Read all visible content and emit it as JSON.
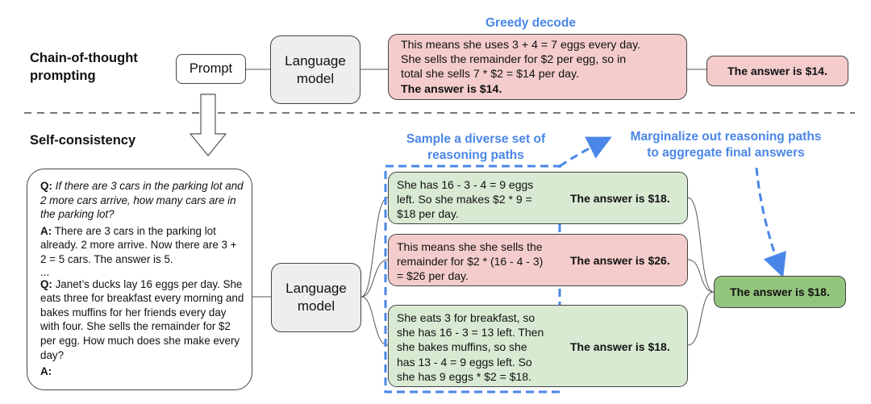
{
  "top": {
    "section_label": "Chain-of-thought\nprompting",
    "prompt_label": "Prompt",
    "model_label": "Language\nmodel",
    "greedy_title": "Greedy decode",
    "greedy_text": "This means she uses 3 + 4 = 7 eggs every day.\nShe sells the remainder for $2 per egg, so in\ntotal she sells 7 * $2 = $14 per day.",
    "greedy_answer_line": "The answer is $14.",
    "final_answer": "The answer is $14."
  },
  "bottom": {
    "section_label": "Self-consistency",
    "model_label": "Language\nmodel",
    "sample_title": "Sample a diverse set of\nreasoning paths",
    "marginalize_title": "Marginalize out reasoning paths\nto aggregate final answers",
    "prompt": {
      "q1_prefix": "Q:",
      "q1_text": "If there are 3 cars in the parking lot and 2 more cars arrive, how many cars are in the parking lot?",
      "a1_prefix": "A:",
      "a1_text": "There are 3 cars in the parking lot already. 2 more arrive. Now there are 3 + 2 = 5 cars. The answer is 5.",
      "ellipsis": "...",
      "q2_prefix": "Q:",
      "q2_text": "Janet’s ducks lay 16 eggs per day. She eats three for breakfast every morning and bakes muffins for her friends every day with four. She sells the remainder for $2 per egg. How much does she make every day?",
      "a2_prefix": "A:"
    },
    "paths": [
      {
        "text": "She has 16 - 3 - 4 = 9 eggs\nleft. So she makes $2 * 9 =\n$18 per day.",
        "answer": "The answer is $18.",
        "color": "#d9ead3"
      },
      {
        "text": "This means she she sells the\nremainder for $2 * (16 - 4 - 3)\n= $26 per day.",
        "answer": "The answer is $26.",
        "color": "#f4cccc"
      },
      {
        "text": "She eats 3 for breakfast, so\nshe has 16 - 3 = 13 left. Then\nshe bakes muffins, so she\nhas 13 - 4 = 9 eggs left. So\nshe has 9 eggs * $2 = $18.",
        "answer": "The answer is $18.",
        "color": "#d9ead3"
      }
    ],
    "final_answer": "The answer is $18.",
    "final_color": "#93c47d"
  },
  "colors": {
    "accent_blue": "#4a86e8",
    "red_box": "#f4cccc",
    "green_box": "#d9ead3",
    "final_green": "#93c47d",
    "divider": "#777777"
  }
}
